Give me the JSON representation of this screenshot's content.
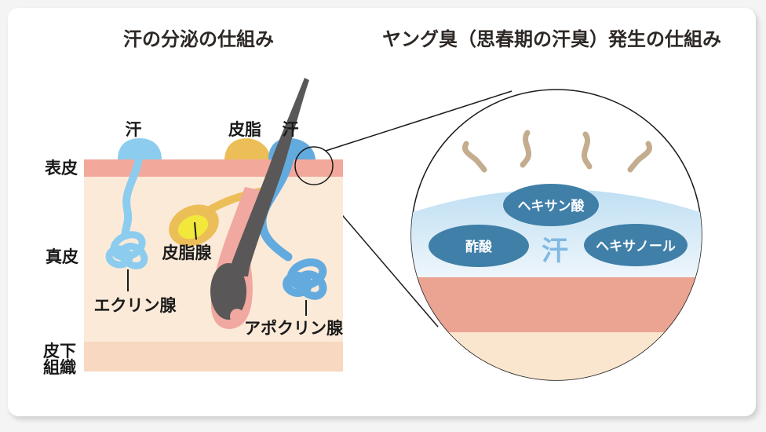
{
  "titles": {
    "left": "汗の分泌の仕組み",
    "right": "ヤング臭（思春期の汗臭）発生の仕組み"
  },
  "skin_diagram": {
    "surface": {
      "sweat_left": "汗",
      "sebum": "皮脂",
      "sweat_right": "汗"
    },
    "layers": {
      "epidermis": "表皮",
      "dermis": "真皮",
      "subcutis_line1": "皮下",
      "subcutis_line2": "組織"
    },
    "glands": {
      "eccrine": "エクリン腺",
      "sebaceous": "皮脂腺",
      "apocrine": "アポクリン腺"
    }
  },
  "magnified_view": {
    "sweat": "汗",
    "components": {
      "hexanoic_acid": "ヘキサン酸",
      "acetic_acid": "酢酸",
      "hexanol": "ヘキサノール"
    }
  },
  "colors": {
    "epidermis": "#F2A89B",
    "dermis": "#FCEAD9",
    "subcutis": "#F8D8C1",
    "eccrine_blue": "#8CCDEF",
    "apocrine_blue": "#63ABDF",
    "sebum_orange": "#ECBE58",
    "sebaceous_yellow": "#F2E83B",
    "hair_gray": "#595757",
    "follicle_pink": "#F0A8A0",
    "magnifier_epidermis": "#EBA392",
    "magnifier_dermis": "#FAE5CE",
    "component_ellipse": "#3F7FA8",
    "sweat_text": "#7FB8E2",
    "odor_line": "#C4AC8E"
  }
}
